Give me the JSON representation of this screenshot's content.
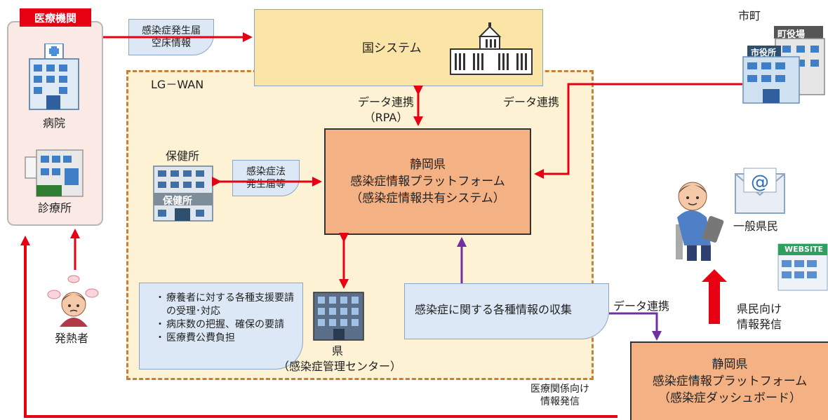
{
  "medical": {
    "tag": "医療機関",
    "hospital_label": "病院",
    "clinic_label": "診療所"
  },
  "fever_label": "発熱者",
  "report_doc": {
    "line1": "感染症発生届",
    "line2": "空床情報"
  },
  "national_system": "国システム",
  "lgwan_label": "LG－WAN",
  "rpa_label": {
    "line1": "データ連携",
    "line2": "（RPA）"
  },
  "city_data_link": "データ連携",
  "city_label": "市町",
  "town_hall_sign": "町役場",
  "city_hall_sign": "市役所",
  "platform_main": {
    "line1": "静岡県",
    "line2": "感染症情報プラットフォーム",
    "line3": "（感染症情報共有システム）"
  },
  "health_center_label": "保健所",
  "health_center_sign": "保健所",
  "law_doc": {
    "line1": "感染症法",
    "line2": "発生届等"
  },
  "duties": [
    "療養者に対する各種支援要請の受理･対応",
    "病床数の把握、確保の要請",
    "医療費公費負担"
  ],
  "pref_label": {
    "line1": "県",
    "line2": "（感染症管理センター）"
  },
  "collect_doc": "感染症に関する各種情報の収集",
  "dash_data_link": "データ連携",
  "public": {
    "label": "一般県民",
    "website_sign": "WEBSITE",
    "broadcast": {
      "line1": "県民向け",
      "line2": "情報発信"
    }
  },
  "medical_broadcast": {
    "line1": "医療関係向け",
    "line2": "情報発信"
  },
  "dashboard": {
    "line1": "静岡県",
    "line2": "感染症情報プラットフォーム",
    "line3": "（感染症ダッシュボード）"
  },
  "colors": {
    "red": "#e60012",
    "purple": "#7030a0",
    "orange_box": "#f4b183",
    "lgwan_fill": "#fef2d5",
    "lgwan_border": "#c5803a",
    "national_fill": "#fbe5a6"
  }
}
